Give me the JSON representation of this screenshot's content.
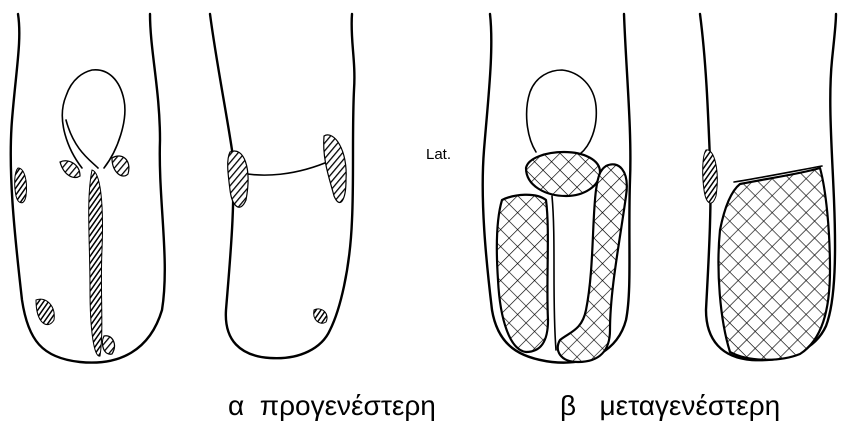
{
  "labels": {
    "side": "Lat."
  },
  "captions": [
    {
      "letter": "α",
      "word": "προγενέστερη"
    },
    {
      "letter": "β",
      "word": "μεταγενέστερη"
    }
  ]
}
